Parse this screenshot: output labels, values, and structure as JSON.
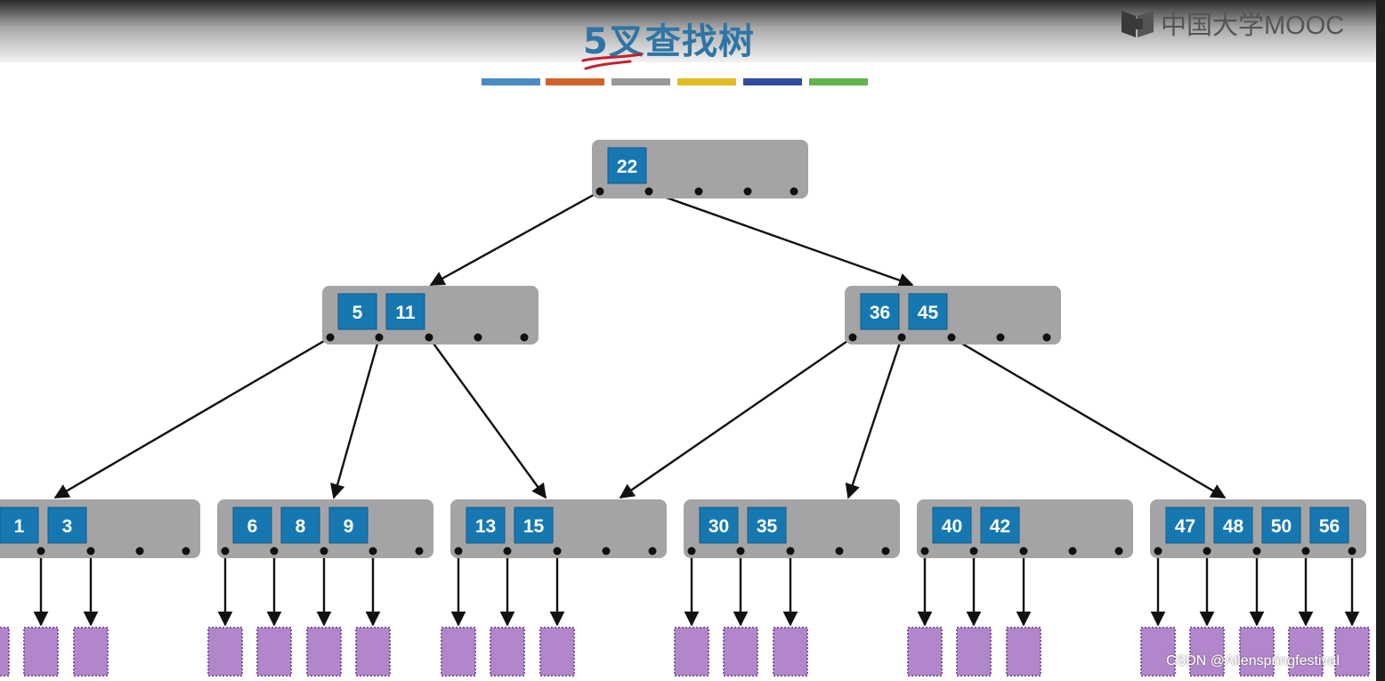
{
  "title": "5叉查找树",
  "logo": {
    "text": "中国大学MOOC",
    "icon": "mooc-book-icon"
  },
  "watermark": "CSDN @Allenspringfestival",
  "color_bar": [
    "#4a8cc2",
    "#d0632b",
    "#999999",
    "#e1bd24",
    "#2f4d9e",
    "#62b44c"
  ],
  "colors": {
    "key_box": "#1778b1",
    "node_bg": "#a4a4a6",
    "leaf": "#b286cb",
    "edge": "#111111"
  },
  "tree": {
    "root": {
      "id": "root",
      "keys": [
        "22"
      ]
    },
    "level1": [
      {
        "id": "n5-11",
        "keys": [
          "5",
          "11"
        ]
      },
      {
        "id": "n36-45",
        "keys": [
          "36",
          "45"
        ]
      }
    ],
    "level2": [
      {
        "id": "n1-3",
        "keys": [
          "1",
          "3"
        ]
      },
      {
        "id": "n6-8-9",
        "keys": [
          "6",
          "8",
          "9"
        ]
      },
      {
        "id": "n13-15",
        "keys": [
          "13",
          "15"
        ]
      },
      {
        "id": "n30-35",
        "keys": [
          "30",
          "35"
        ]
      },
      {
        "id": "n40-42",
        "keys": [
          "40",
          "42"
        ]
      },
      {
        "id": "n47-48-50-56",
        "keys": [
          "47",
          "48",
          "50",
          "56"
        ]
      }
    ]
  }
}
